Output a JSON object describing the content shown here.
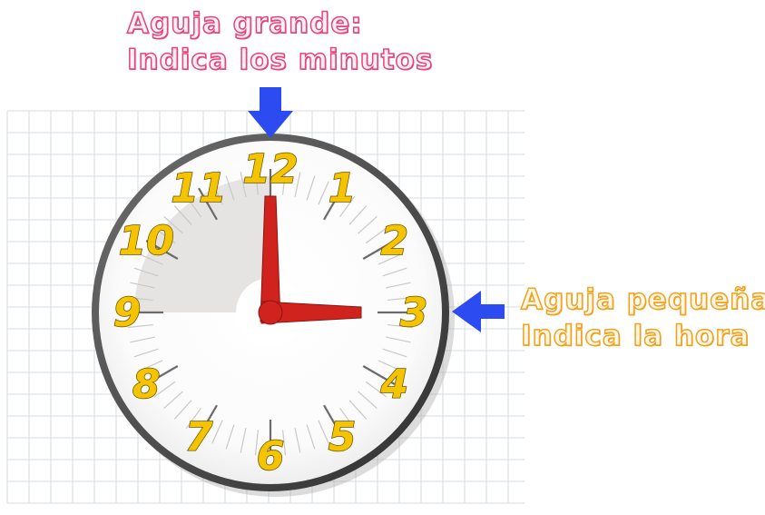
{
  "minute_label": {
    "line1": "Aguja grande:",
    "line2": "Indica los minutos",
    "color": "#e6457a"
  },
  "hour_label": {
    "line1": "Aguja pequeña:",
    "line2": "Indica la hora",
    "color": "#f0a11e"
  },
  "clock": {
    "numbers": [
      "12",
      "1",
      "2",
      "3",
      "4",
      "5",
      "6",
      "7",
      "8",
      "9",
      "10",
      "11"
    ],
    "time_shown": "3:00",
    "hour_value": 3,
    "minute_value": 0,
    "hands_color": "#d0231e",
    "numbers_color": "#f5c400",
    "rim_color": "#4a4a4a",
    "elapsed_sector_color": "#e6e3e3"
  },
  "arrows": {
    "color": "#2c4bf0",
    "minute_arrow_icon": "arrow-down-icon",
    "hour_arrow_icon": "arrow-left-icon"
  },
  "background": {
    "grid_color": "#d7dde3"
  }
}
